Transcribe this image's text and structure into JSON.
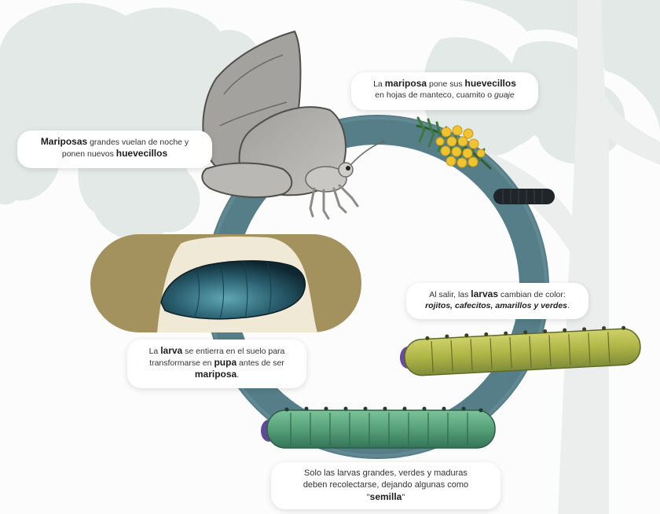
{
  "labels": {
    "eggs": {
      "p1": "La ",
      "b1": "mariposa",
      "p2": " pone sus ",
      "b2": "huevecillos",
      "p3": "en hojas de manteco, cuamito o ",
      "i1": "guaje"
    },
    "butterflies": {
      "b1": "Mariposas",
      "p1": " grandes vuelan de noche y",
      "p2": "ponen nuevos ",
      "b2": "huevecillos"
    },
    "colors": {
      "p1": "Al salir, las ",
      "b1": "larvas",
      "p2": " cambian de color:",
      "c1": "rojitos, cafecitos,  amarillos y verdes",
      "p3": "."
    },
    "pupa": {
      "p1": "La ",
      "b1": "larva",
      "p2": " se entierra en el suelo para",
      "p3": "transformarse en ",
      "b2": "pupa",
      "p4": " antes de ser",
      "b3": "mariposa",
      "p5": "."
    },
    "harvest": {
      "p1": "Solo las larvas grandes, verdes y maduras",
      "p2": "deben recolectarse, dejando algunas como",
      "q1": "\"",
      "b1": "semilla",
      "q2": "\""
    }
  },
  "colors": {
    "ring": "#567e88",
    "ring_highlight": "#6a929c",
    "bg_foliage": "#dfe6e3",
    "trunk": "#e8ecea",
    "pupa_frame": "#a3925e",
    "pupa_soil": "#f0e9d5",
    "pupa_body": "#1d4656",
    "egg": "#f0c331",
    "leaf": "#3b6e3a",
    "larva_yellow": "#b3ba4a",
    "larva_green": "#5aa07c",
    "larva_black": "#1f2528",
    "butterfly_wing": "#a7a6a3"
  }
}
